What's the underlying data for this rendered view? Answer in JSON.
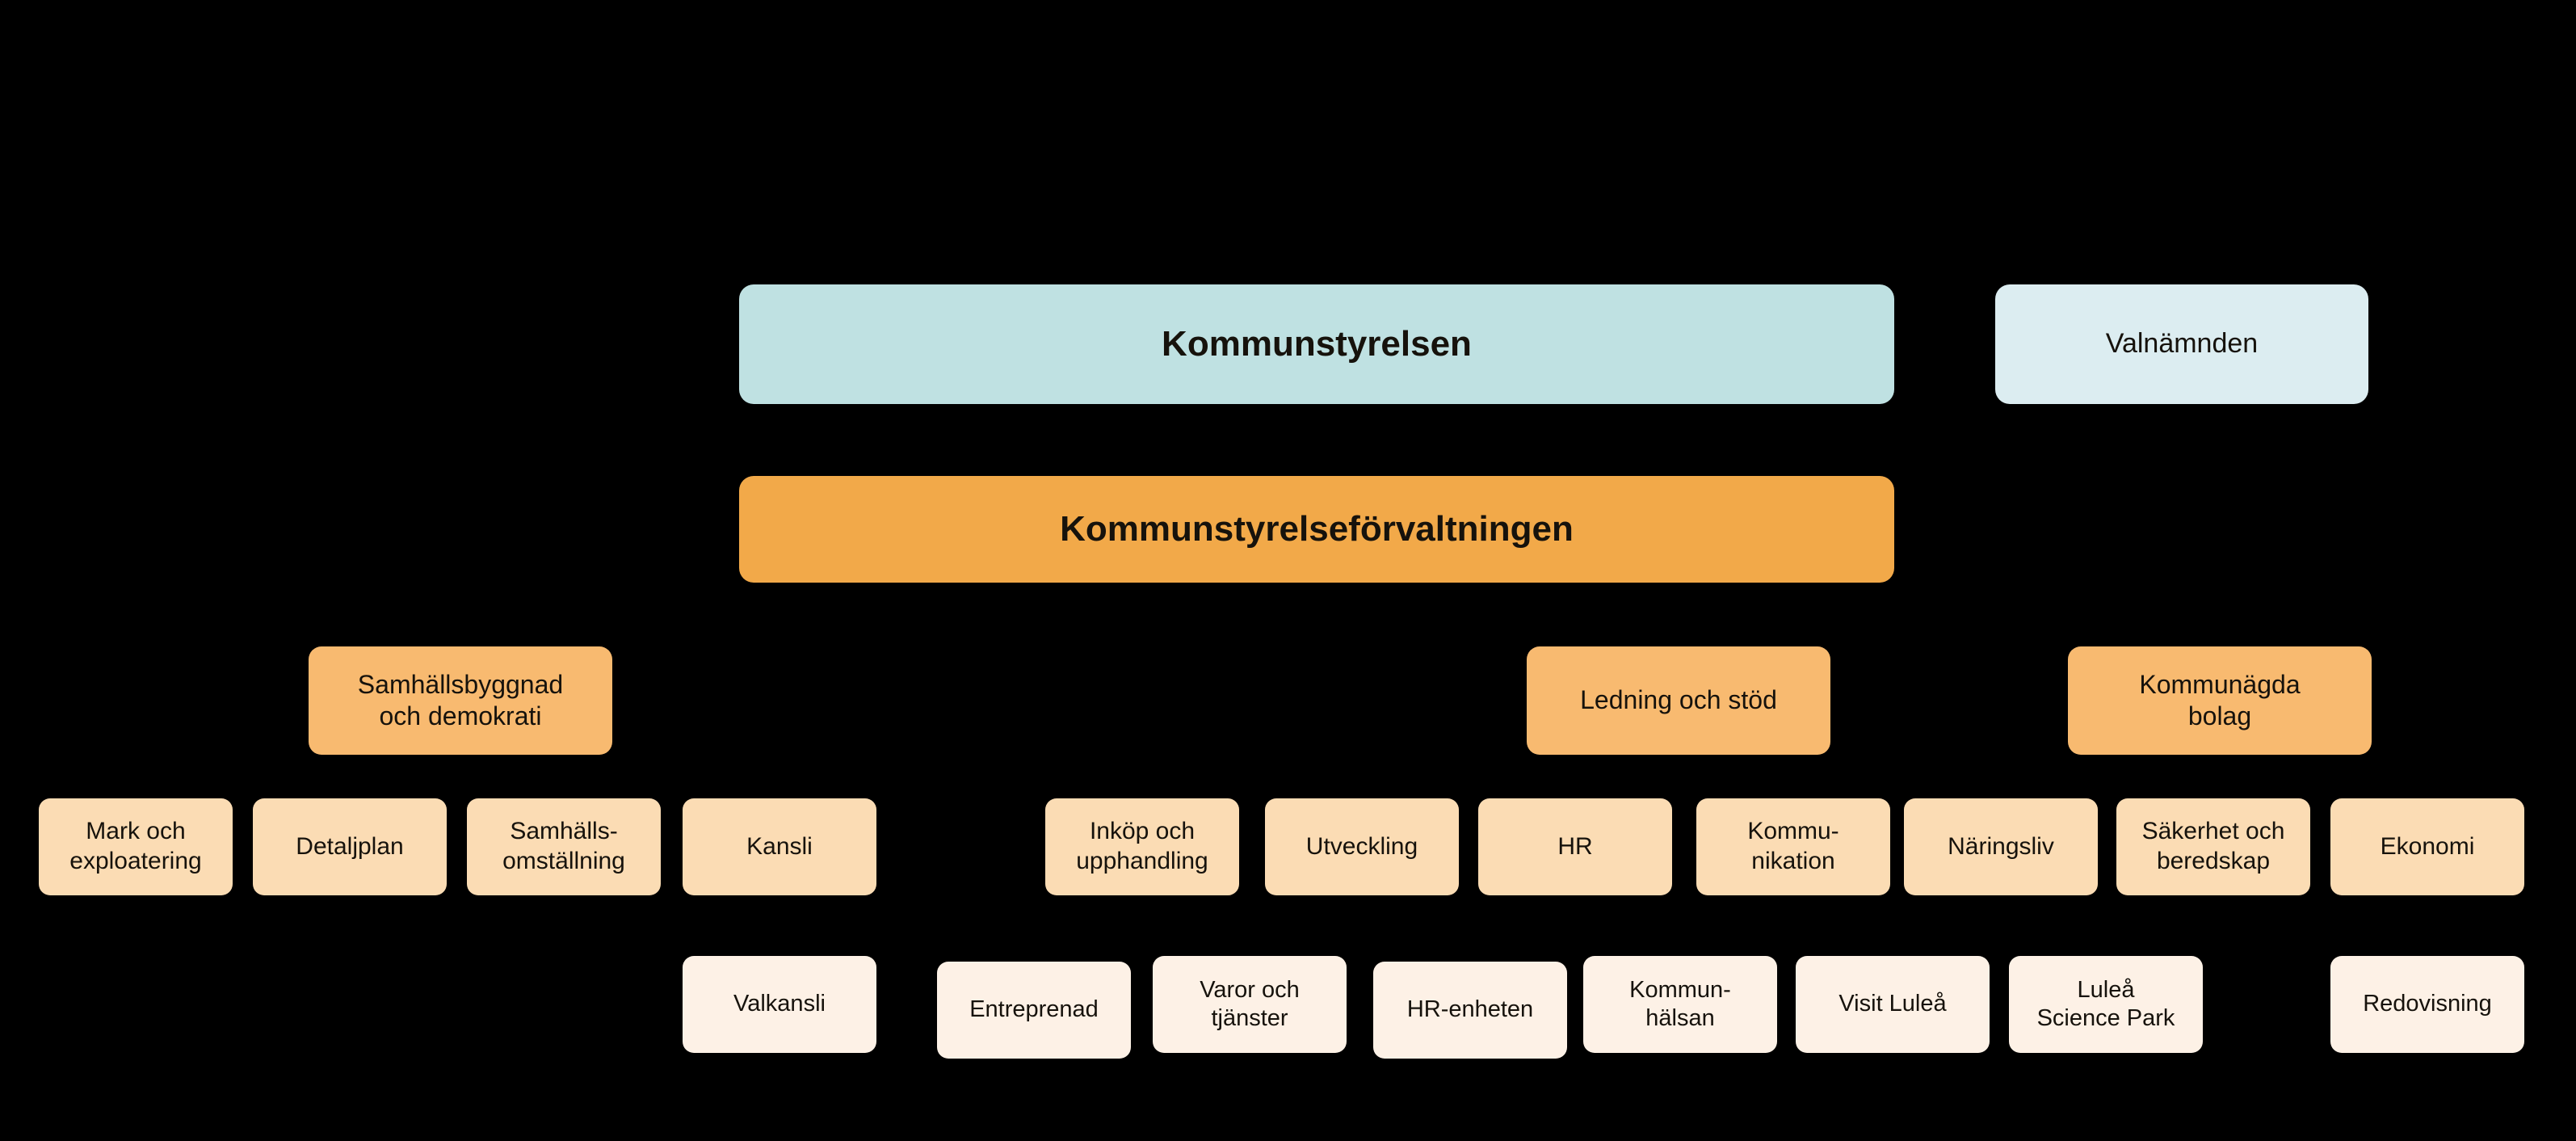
{
  "chart_data": {
    "type": "diagram",
    "title": "Kommunstyrelsen organisationsschema",
    "palette": {
      "background": "#000000",
      "board": "#bfe1e2",
      "board_alt": "#dcedf1",
      "administration": "#f2a949",
      "department": "#f8ba70",
      "unit": "#fbdcb4",
      "subunit": "#fdf1e6",
      "text": "#16120c"
    },
    "levels": [
      {
        "name": "politisk-niva",
        "nodes": [
          "Kommunstyrelsen",
          "Valnämnden"
        ]
      },
      {
        "name": "forvaltning",
        "nodes": [
          "Kommunstyrelseförvaltningen"
        ]
      },
      {
        "name": "avdelningar",
        "nodes": [
          "Samhällsbyggnad och demokrati",
          "Ledning och stöd",
          "Kommunägda bolag"
        ]
      },
      {
        "name": "enheter",
        "nodes": [
          "Mark och exploatering",
          "Detaljplan",
          "Samhälls-omställning",
          "Kansli",
          "Inköp och upphandling",
          "Utveckling",
          "HR",
          "Kommu-nikation",
          "Näringsliv",
          "Säkerhet och beredskap",
          "Ekonomi"
        ]
      },
      {
        "name": "underenheter",
        "nodes": [
          "Valkansli",
          "Entreprenad",
          "Varor och tjänster",
          "HR-enheten",
          "Kommun-hälsan",
          "Visit Luleå",
          "Luleå Science Park",
          "Redovisning"
        ]
      }
    ]
  },
  "nodes": {
    "kommunstyrelsen": "Kommunstyrelsen",
    "valnamnden": "Valnämnden",
    "kommunstyrelseforvaltningen": "Kommunstyrelseförvaltningen",
    "samhallsbyggnad_och_demokrati": "Samhällsbyggnad\noch demokrati",
    "ledning_och_stod": "Ledning och stöd",
    "kommunagda_bolag": "Kommunägda\nbolag",
    "mark_och_exploatering": "Mark och\nexploatering",
    "detaljplan": "Detaljplan",
    "samhallsomstallning": "Samhälls-\nomställning",
    "kansli": "Kansli",
    "inkop_och_upphandling": "Inköp och\nupphandling",
    "utveckling": "Utveckling",
    "hr": "HR",
    "kommunikation": "Kommu-\nnikation",
    "naringsliv": "Näringsliv",
    "sakerhet_och_beredskap": "Säkerhet och\nberedskap",
    "ekonomi": "Ekonomi",
    "valkansli": "Valkansli",
    "entreprenad": "Entreprenad",
    "varor_och_tjanster": "Varor och\ntjänster",
    "hr_enheten": "HR-enheten",
    "kommunhalsan": "Kommun-\nhälsan",
    "visit_lulea": "Visit Luleå",
    "lulea_science_park": "Luleå\nScience Park",
    "redovisning": "Redovisning"
  }
}
